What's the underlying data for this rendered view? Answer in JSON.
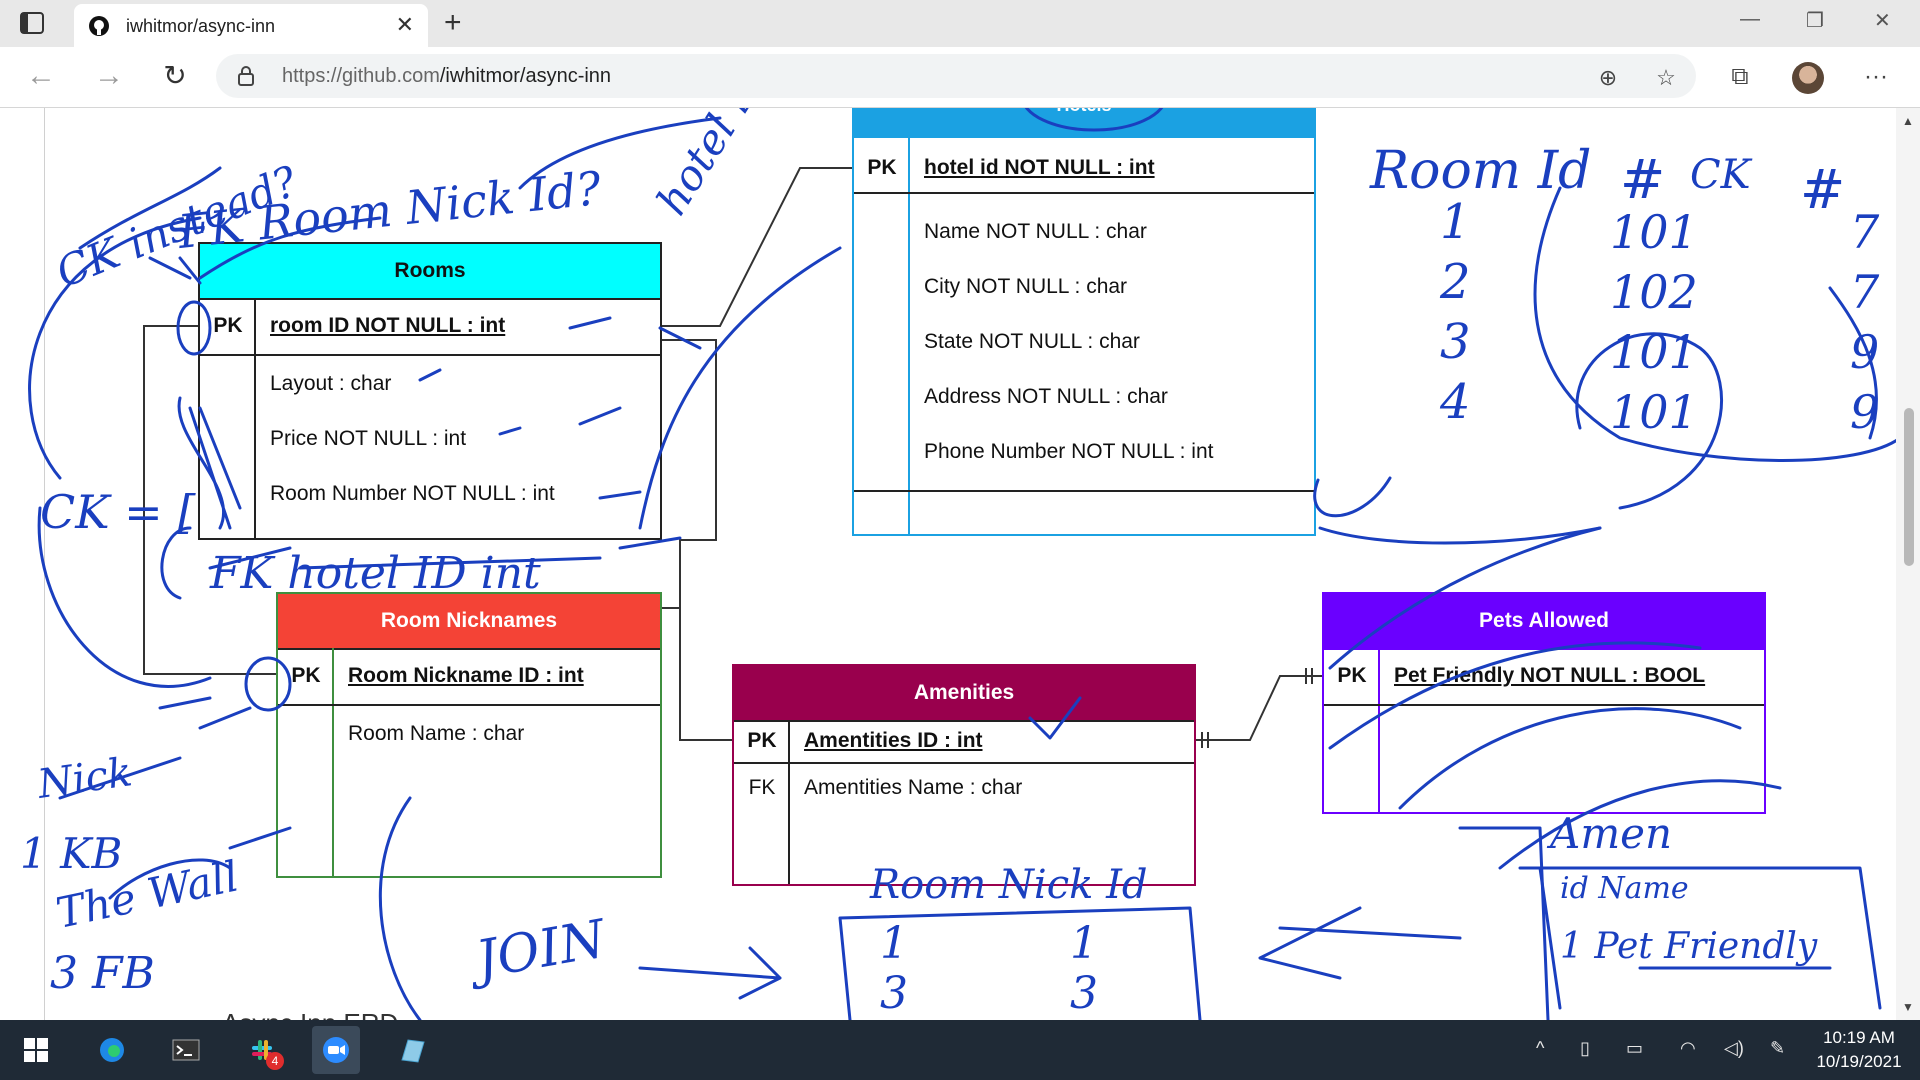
{
  "browser": {
    "tab_title": "iwhitmor/async-inn",
    "url_host": "https://github.com",
    "url_path": "/iwhitmor/async-inn"
  },
  "erd": {
    "hotels": {
      "title": "Hotels",
      "pk_key": "PK",
      "pk_field": "hotel id NOT NULL : int",
      "fields": [
        "Name NOT NULL : char",
        "City  NOT NULL : char",
        "State NOT NULL : char",
        "Address NOT NULL : char",
        "Phone Number NOT NULL : int"
      ],
      "header_color": "#1ba1e2"
    },
    "rooms": {
      "title": "Rooms",
      "pk_key": "PK",
      "pk_field": "room ID NOT NULL : int",
      "fields": [
        "Layout : char",
        "Price NOT NULL : int",
        "Room Number NOT NULL : int"
      ],
      "header_color": "#00ffff"
    },
    "room_nicknames": {
      "title": "Room Nicknames",
      "pk_key": "PK",
      "pk_field": "Room Nickname ID : int",
      "fields": [
        "Room Name : char"
      ],
      "header_color": "#f44336"
    },
    "amenities": {
      "title": "Amenities",
      "pk_key": "PK",
      "pk_field": "Amentities ID : int",
      "fk_key": "FK",
      "fk_field": "Amentities Name : char",
      "header_color": "#99004d"
    },
    "pets_allowed": {
      "title": "Pets Allowed",
      "pk_key": "PK",
      "pk_field": "Pet Friendly NOT NULL : BOOL",
      "header_color": "#6a00ff"
    }
  },
  "caption_partial": "Async Inn ERD",
  "taskbar": {
    "time": "10:19 AM",
    "date": "10/19/2021",
    "slack_badge": "4"
  },
  "colors": {
    "ink": "#1a3fbf"
  }
}
